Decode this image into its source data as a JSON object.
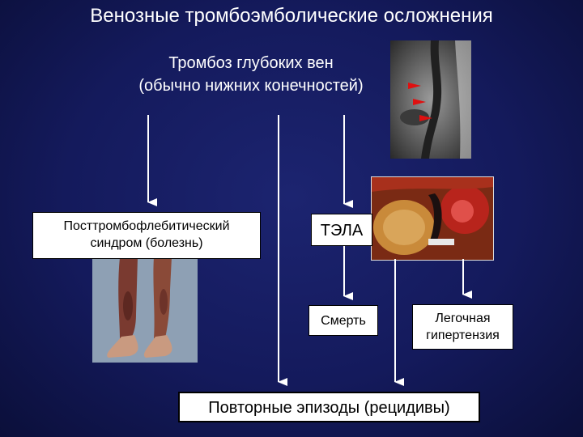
{
  "title": "Венозные тромбоэмболические осложнения",
  "subtitle": {
    "line1": "Тромбоз глубоких вен",
    "line2": "(обычно нижних конечностей)"
  },
  "boxes": {
    "ptfs_line1": "Посттромбофлебитический",
    "ptfs_line2": "синдром (болезнь)",
    "tela": "ТЭЛА",
    "death": "Смерть",
    "pulm_line1": "Легочная",
    "pulm_line2": "гипертензия",
    "recurrence": "Повторные эпизоды (рецидивы)"
  },
  "images": {
    "xray": "venography-xray-image",
    "surgery": "pulmonary-embolus-specimen-image",
    "legs": "lower-legs-photo-image"
  },
  "colors": {
    "background": "#141a5c",
    "box": "#ffffff",
    "arrow": "#ffffff",
    "xray_marker": "#e01010"
  }
}
